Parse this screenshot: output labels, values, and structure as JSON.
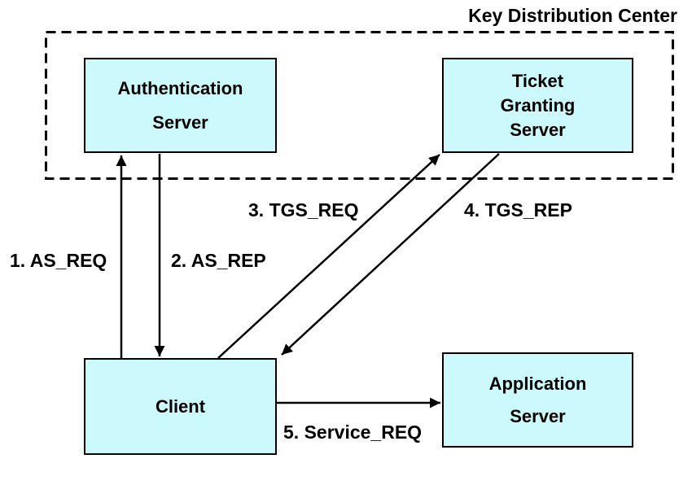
{
  "diagram": {
    "title": "Key Distribution Center",
    "nodes": {
      "auth_server": {
        "lines": [
          "Authentication",
          "Server"
        ]
      },
      "ticket_granting_server": {
        "lines": [
          "Ticket",
          "Granting",
          "Server"
        ]
      },
      "client": {
        "lines": [
          "Client"
        ]
      },
      "app_server": {
        "lines": [
          "Application",
          "Server"
        ]
      }
    },
    "messages": [
      {
        "label": "1. AS_REQ",
        "from": "client",
        "to": "auth_server"
      },
      {
        "label": "2. AS_REP",
        "from": "auth_server",
        "to": "client"
      },
      {
        "label": "3. TGS_REQ",
        "from": "client",
        "to": "ticket_granting_server"
      },
      {
        "label": "4. TGS_REP",
        "from": "ticket_granting_server",
        "to": "client"
      },
      {
        "label": "5. Service_REQ",
        "from": "client",
        "to": "app_server"
      }
    ],
    "colors": {
      "node_fill": "#ccf9fb",
      "node_border": "#000000",
      "line": "#000000",
      "background": "#ffffff",
      "text": "#000000"
    }
  }
}
